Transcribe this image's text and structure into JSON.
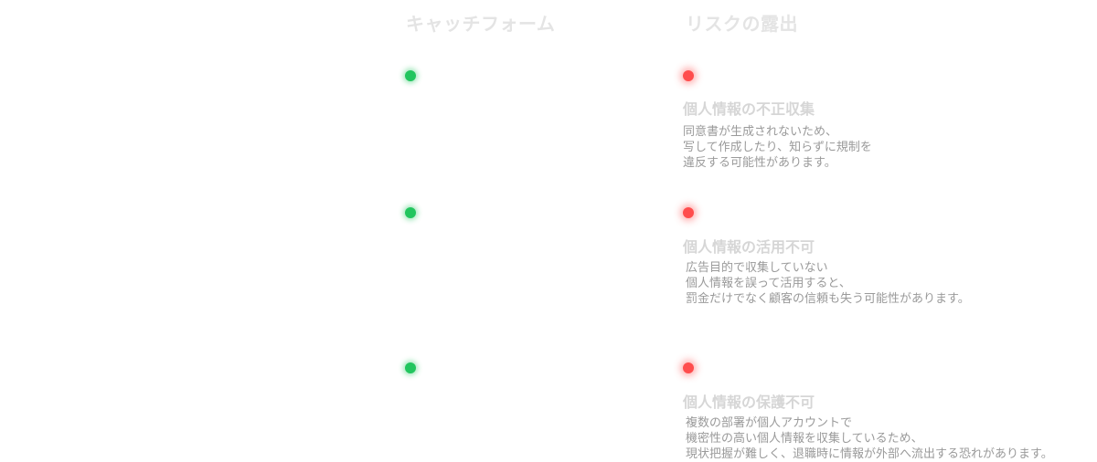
{
  "columns": {
    "left_header": "キャッチフォーム",
    "right_header": "リスクの露出"
  },
  "rows": [
    {
      "risk_title": "個人情報の不正収集",
      "description_lines": [
        "同意書が生成されないため、",
        "写して作成したり、知らずに規制を",
        "違反する可能性があります。"
      ]
    },
    {
      "risk_title": "個人情報の活用不可",
      "description_lines": [
        "広告目的で収集していない",
        "個人情報を誤って活用すると、",
        "罰金だけでなく顧客の信頼も失う可能性があります。"
      ]
    },
    {
      "risk_title": "個人情報の保護不可",
      "description_lines": [
        "複数の部署が個人アカウントで",
        "機密性の高い個人情報を収集しているため、",
        "現状把握が難しく、退職時に情報が外部へ流出する恐れがあります。"
      ]
    }
  ],
  "colors": {
    "ok_indicator": "#22c55e",
    "risk_indicator": "#ff4d4d",
    "header_text": "#e4e4e4",
    "title_text": "#d6d6d6",
    "body_text": "#9a9a9a"
  }
}
